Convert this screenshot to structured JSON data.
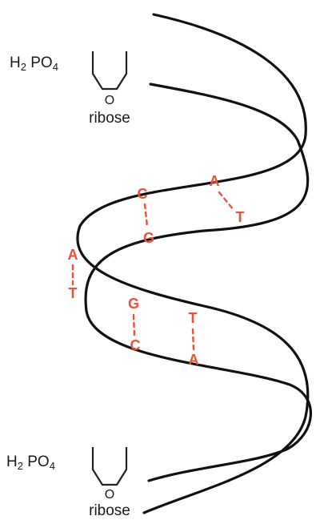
{
  "colors": {
    "strand": "#111111",
    "base": "#e8513a",
    "text": "#1a1a1a"
  },
  "top_unit": {
    "phosphate_prefix": "H",
    "phosphate_sub1": "2",
    "phosphate_mid": " PO",
    "phosphate_sub2": "4",
    "ring_atom": "O",
    "sugar": "ribose"
  },
  "bottom_unit": {
    "phosphate_prefix": "H",
    "phosphate_sub1": "2",
    "phosphate_mid": " PO",
    "phosphate_sub2": "4",
    "ring_atom": "O",
    "sugar": "ribose"
  },
  "base_pairs": [
    {
      "top": "C",
      "bottom": "G"
    },
    {
      "top": "A",
      "bottom": "T"
    },
    {
      "top": "A",
      "bottom": "T"
    },
    {
      "top": "G",
      "bottom": "C"
    },
    {
      "top": "T",
      "bottom": "A"
    }
  ]
}
